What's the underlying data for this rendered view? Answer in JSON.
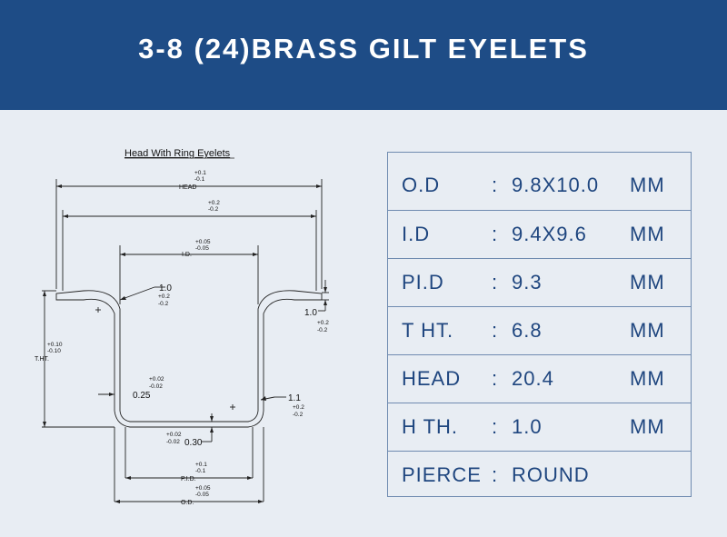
{
  "header": {
    "title": "3-8 (24)BRASS GILT EYELETS"
  },
  "colors": {
    "header_bg": "#1e4c86",
    "page_bg": "#e8edf3",
    "table_text": "#1f467f",
    "table_border": "#6f8bb0"
  },
  "drawing": {
    "caption": "Head With Ring Eyelets",
    "head_tol_plus": "+0.1",
    "head_tol_minus": "-0.1",
    "head_label": "HEAD",
    "inner_tol_plus": "+0.2",
    "inner_tol_minus": "-0.2",
    "id_tol_plus": "+0.05",
    "id_tol_minus": "-0.05",
    "id_label": "I.D.",
    "curl_left_value": "1.0",
    "curl_left_tol_plus": "+0.2",
    "curl_left_tol_minus": "-0.2",
    "curl_right_value": "1.0",
    "curl_right_tol_plus": "+0.2",
    "curl_right_tol_minus": "-0.2",
    "tht_tol_plus": "+0.10",
    "tht_tol_minus": "-0.10",
    "tht_label": "T.HT.",
    "wall_tol_plus": "+0.02",
    "wall_tol_minus": "-0.02",
    "wall_value": "0.25",
    "radius_value": "1.1",
    "radius_tol_plus": "+0.2",
    "radius_tol_minus": "-0.2",
    "bottom_tol_plus": "+0.02",
    "bottom_tol_minus": "-0.02",
    "bottom_value": "0.30",
    "pid_tol_plus": "+0.1",
    "pid_tol_minus": "-0.1",
    "pid_label": "P.I.D.",
    "od_tol_plus": "+0.05",
    "od_tol_minus": "-0.05",
    "od_label": "O.D."
  },
  "specs": [
    {
      "label": "O.D",
      "sep": ":",
      "value": "9.8X10.0",
      "unit": "MM"
    },
    {
      "label": "I.D",
      "sep": ":",
      "value": "9.4X9.6",
      "unit": "MM"
    },
    {
      "label": "PI.D",
      "sep": ":",
      "value": "9.3",
      "unit": "MM"
    },
    {
      "label": "T HT.",
      "sep": ":",
      "value": "6.8",
      "unit": "MM"
    },
    {
      "label": "HEAD",
      "sep": ":",
      "value": "20.4",
      "unit": "MM"
    },
    {
      "label": "H TH.",
      "sep": ":",
      "value": "1.0",
      "unit": "MM"
    },
    {
      "label": "PIERCE",
      "sep": ":",
      "value": "ROUND",
      "unit": ""
    }
  ]
}
